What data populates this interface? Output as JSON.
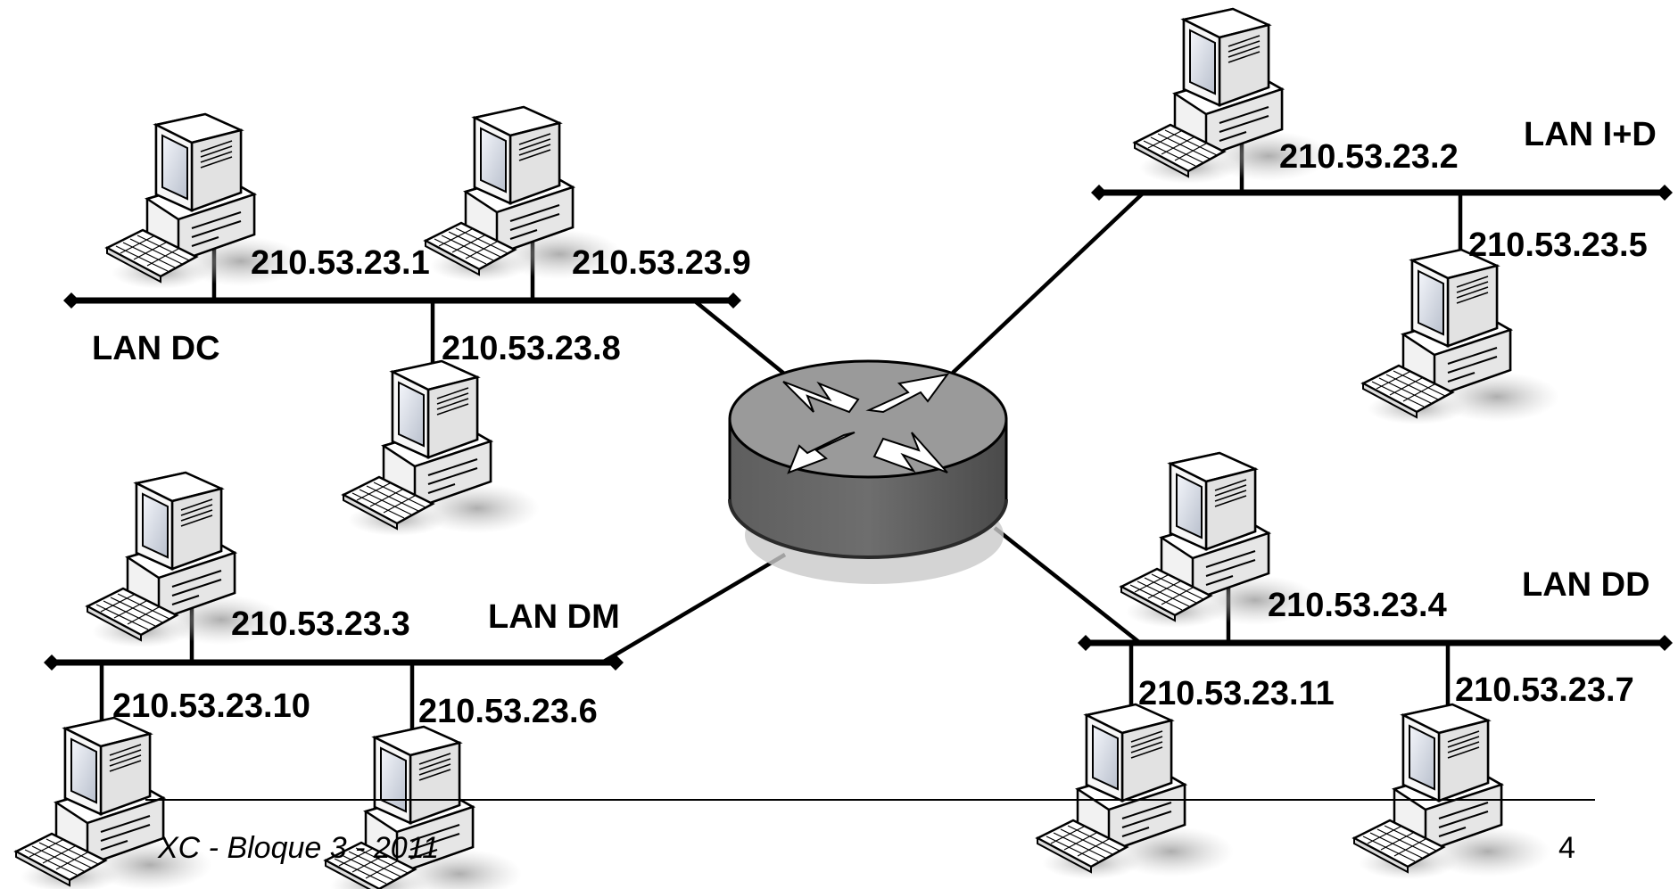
{
  "top_text_fragment": "…",
  "router": {
    "name": "router-icon"
  },
  "lans": [
    {
      "id": "dc",
      "label": "LAN DC",
      "hosts": [
        {
          "ip": "210.53.23.1"
        },
        {
          "ip": "210.53.23.9"
        },
        {
          "ip": "210.53.23.8"
        }
      ]
    },
    {
      "id": "id",
      "label": "LAN I+D",
      "hosts": [
        {
          "ip": "210.53.23.2"
        },
        {
          "ip": "210.53.23.5"
        }
      ]
    },
    {
      "id": "dm",
      "label": "LAN DM",
      "hosts": [
        {
          "ip": "210.53.23.3"
        },
        {
          "ip": "210.53.23.10"
        },
        {
          "ip": "210.53.23.6"
        }
      ]
    },
    {
      "id": "dd",
      "label": "LAN DD",
      "hosts": [
        {
          "ip": "210.53.23.4"
        },
        {
          "ip": "210.53.23.11"
        },
        {
          "ip": "210.53.23.7"
        }
      ]
    }
  ],
  "footer": {
    "text": "XC - Bloque 3 - 2011",
    "page_number": "4"
  },
  "colors": {
    "router_top": "#9a9a9a",
    "router_side": "#555555",
    "monitor_screen": "#d9dde6",
    "computer_body": "#f2f2f2",
    "line": "#000000"
  }
}
